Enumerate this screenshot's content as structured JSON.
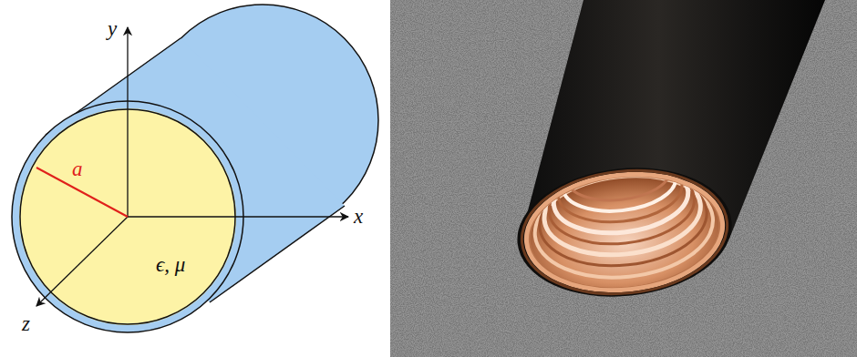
{
  "diagram": {
    "nodes": [
      {
        "text": [
          "ϵ, μ"
        ]
      }
    ],
    "labels": [
      "y",
      "x",
      "z",
      "a"
    ]
  }
}
